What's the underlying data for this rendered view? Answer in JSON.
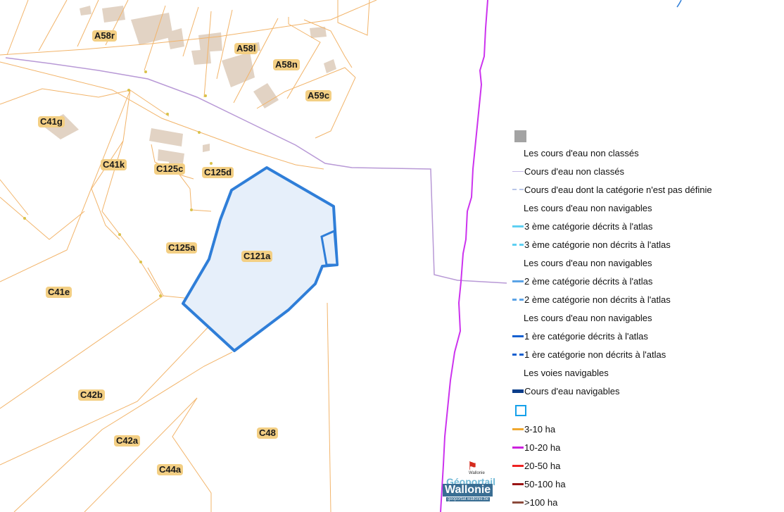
{
  "map": {
    "parcels": [
      {
        "id": "A58r"
      },
      {
        "id": "A58l"
      },
      {
        "id": "A58n"
      },
      {
        "id": "A59c"
      },
      {
        "id": "C41g"
      },
      {
        "id": "C41k"
      },
      {
        "id": "C125c"
      },
      {
        "id": "C125d"
      },
      {
        "id": "C125a"
      },
      {
        "id": "C121a"
      },
      {
        "id": "C41e"
      },
      {
        "id": "C42b"
      },
      {
        "id": "C42a"
      },
      {
        "id": "C48"
      },
      {
        "id": "C44a"
      }
    ],
    "colors": {
      "parcel_line": "#f2b46a",
      "selection": "#2f7ed8",
      "selection_fill": "#e6effa",
      "river": "#b899d6",
      "road": "#cc33ee",
      "building": "#e2d3c4"
    }
  },
  "legend": {
    "items": [
      {
        "label": "Les cours d'eau non classés",
        "symbol": "none"
      },
      {
        "label": "Cours d'eau non classés",
        "symbol": "solid",
        "color": "#c6b9e8"
      },
      {
        "label": "Cours d'eau dont la catégorie n'est pas définie",
        "symbol": "dashed",
        "color": "#b8c6e8"
      },
      {
        "label": "Les cours d'eau non navigables",
        "symbol": "none"
      },
      {
        "label": "3 ème catégorie décrits à l'atlas",
        "symbol": "solid",
        "color": "#5fd0f2"
      },
      {
        "label": "3 ème catégorie non décrits à l'atlas",
        "symbol": "dashed",
        "color": "#5fd0f2"
      },
      {
        "label": "Les cours d'eau non navigables",
        "symbol": "none"
      },
      {
        "label": "2 ème catégorie décrits à l'atlas",
        "symbol": "solid",
        "color": "#5ba3e6"
      },
      {
        "label": "2 ème catégorie non décrits à l'atlas",
        "symbol": "dashed",
        "color": "#5ba3e6"
      },
      {
        "label": "Les cours d'eau non navigables",
        "symbol": "none"
      },
      {
        "label": "1 ère catégorie décrits à l'atlas",
        "symbol": "solid",
        "color": "#1560d0"
      },
      {
        "label": "1 ère catégorie non décrits à l'atlas",
        "symbol": "dashed",
        "color": "#1560d0"
      },
      {
        "label": "Les voies navigables",
        "symbol": "none"
      },
      {
        "label": "Cours d'eau navigables",
        "symbol": "solid",
        "color": "#0a3d8a"
      }
    ],
    "areas": [
      {
        "label": "3-10 ha",
        "color": "#f0a830"
      },
      {
        "label": "10-20 ha",
        "color": "#cc22dd"
      },
      {
        "label": "20-50 ha",
        "color": "#ee2222"
      },
      {
        "label": "50-100 ha",
        "color": "#9a1414"
      },
      {
        "label": ">100 ha",
        "color": "#8c4a3c"
      }
    ]
  },
  "logo": {
    "emblem": "rooster-emblem",
    "sub": "Wallonie",
    "line1": "Géoportail",
    "line2": "Wallonie",
    "url": "geoportail.wallonie.be"
  }
}
